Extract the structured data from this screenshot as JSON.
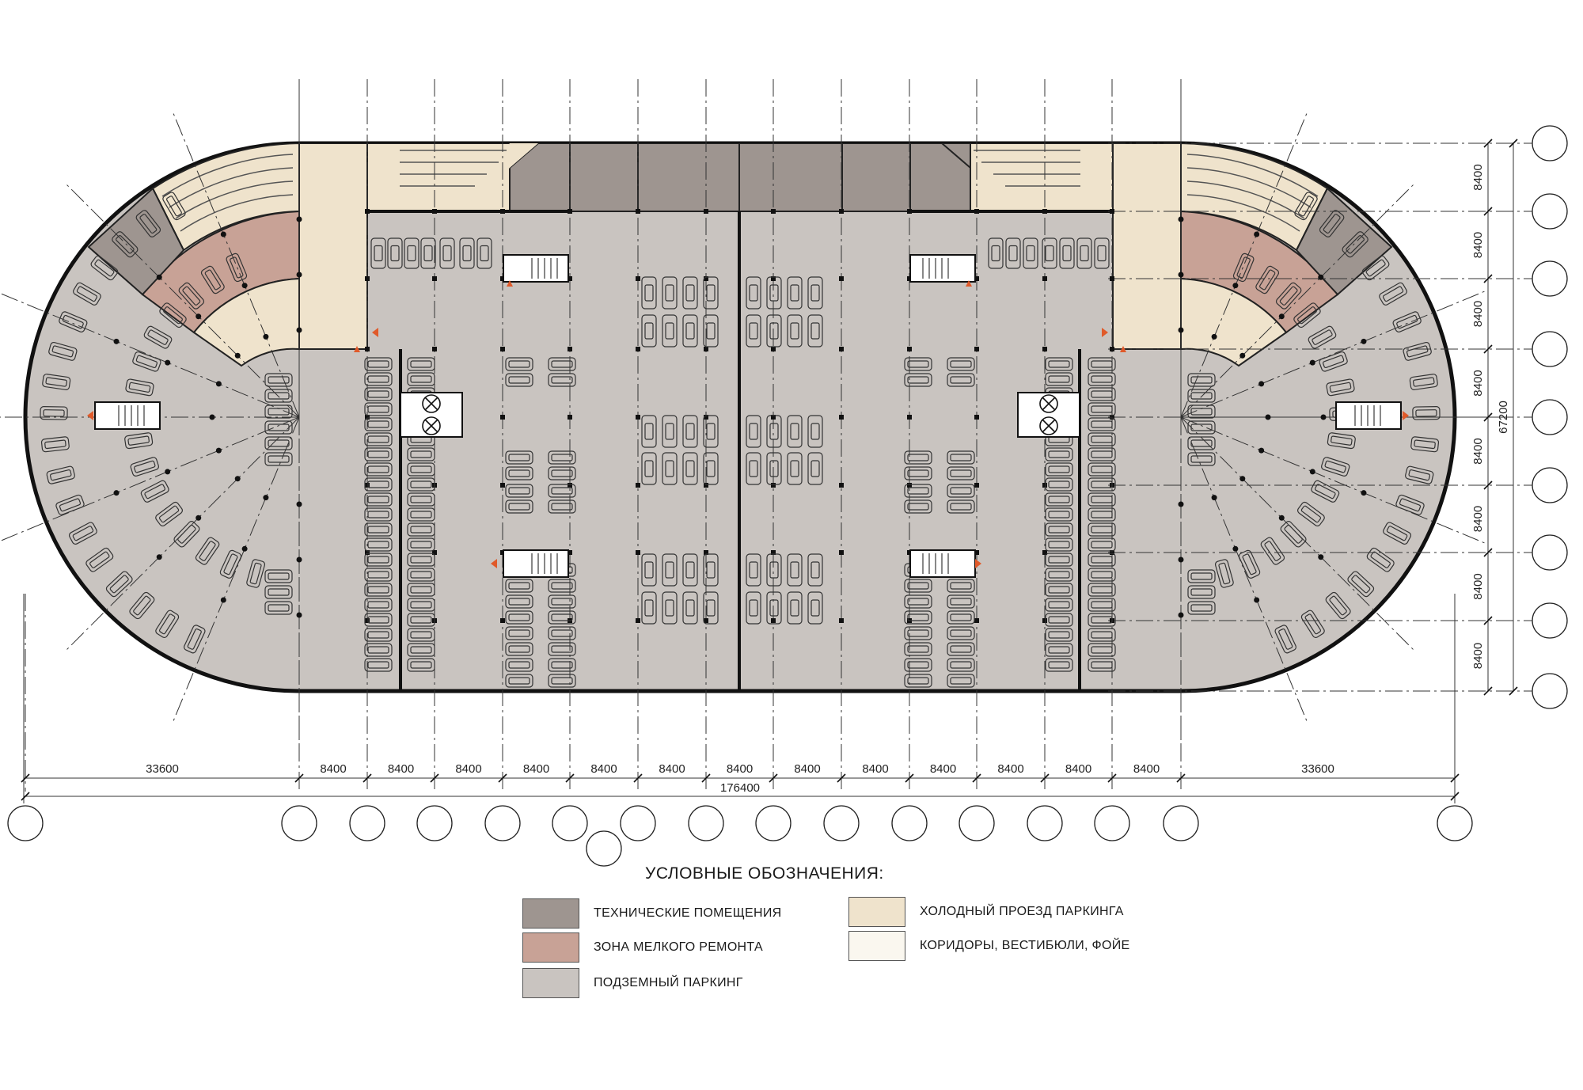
{
  "plan": {
    "horizontal_dimensions": [
      "33600",
      "8400",
      "8400",
      "8400",
      "8400",
      "8400",
      "8400",
      "8400",
      "8400",
      "8400",
      "8400",
      "8400",
      "8400",
      "8400",
      "33600"
    ],
    "horizontal_total": "176400",
    "vertical_dimensions": [
      "8400",
      "8400",
      "8400",
      "8400",
      "8400",
      "8400",
      "8400",
      "8400"
    ],
    "vertical_total": "67200"
  },
  "legend": {
    "title": "УСЛОВНЫЕ ОБОЗНАЧЕНИЯ:",
    "items": [
      {
        "label": "ТЕХНИЧЕСКИЕ ПОМЕЩЕНИЯ",
        "color": "#9e9590"
      },
      {
        "label": "ЗОНА МЕЛКОГО РЕМОНТА",
        "color": "#c8a296"
      },
      {
        "label": "ПОДЗЕМНЫЙ ПАРКИНГ",
        "color": "#c9c4c0"
      },
      {
        "label": "ХОЛОДНЫЙ ПРОЕЗД ПАРКИНГА",
        "color": "#efe3cc"
      },
      {
        "label": "КОРИДОРЫ, ВЕСТИБЮЛИ, ФОЙЕ",
        "color": "#faf7ef"
      }
    ]
  },
  "colors": {
    "parking": "#c9c4c0",
    "technical": "#9e9590",
    "repair": "#c8a296",
    "cold_ramp": "#efe3cc",
    "corridor": "#faf7ef",
    "evac_marker": "#e05a2a"
  }
}
